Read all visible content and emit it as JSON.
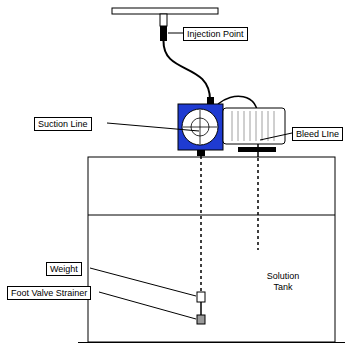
{
  "diagram": {
    "nodes": [
      {
        "text": [
          "Injection Point"
        ]
      },
      {
        "text": [
          "Suction Line"
        ]
      },
      {
        "text": [
          "Bleed LIne"
        ]
      },
      {
        "text": [
          "Solution Tank"
        ]
      },
      {
        "text": [
          "Weight"
        ]
      },
      {
        "text": [
          "Foot Valve Strainer"
        ]
      }
    ]
  }
}
